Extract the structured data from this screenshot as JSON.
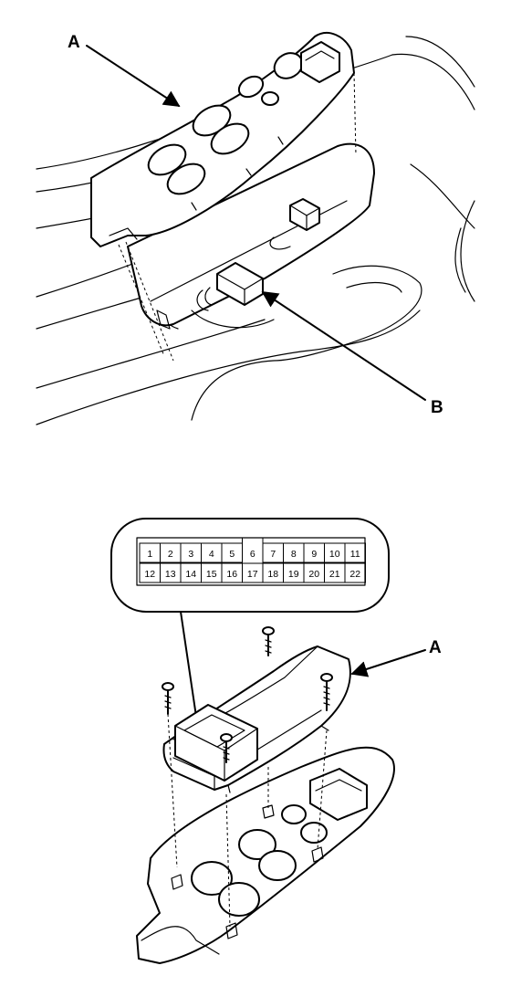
{
  "callouts": {
    "top_a": "A",
    "top_b": "B",
    "bottom_a": "A"
  },
  "connector": {
    "row1": [
      "1",
      "2",
      "3",
      "4",
      "5",
      "6",
      "7",
      "8",
      "9",
      "10",
      "11"
    ],
    "row2": [
      "12",
      "13",
      "14",
      "15",
      "16",
      "17",
      "18",
      "19",
      "20",
      "21",
      "22"
    ],
    "highlighted_pin": "6"
  }
}
